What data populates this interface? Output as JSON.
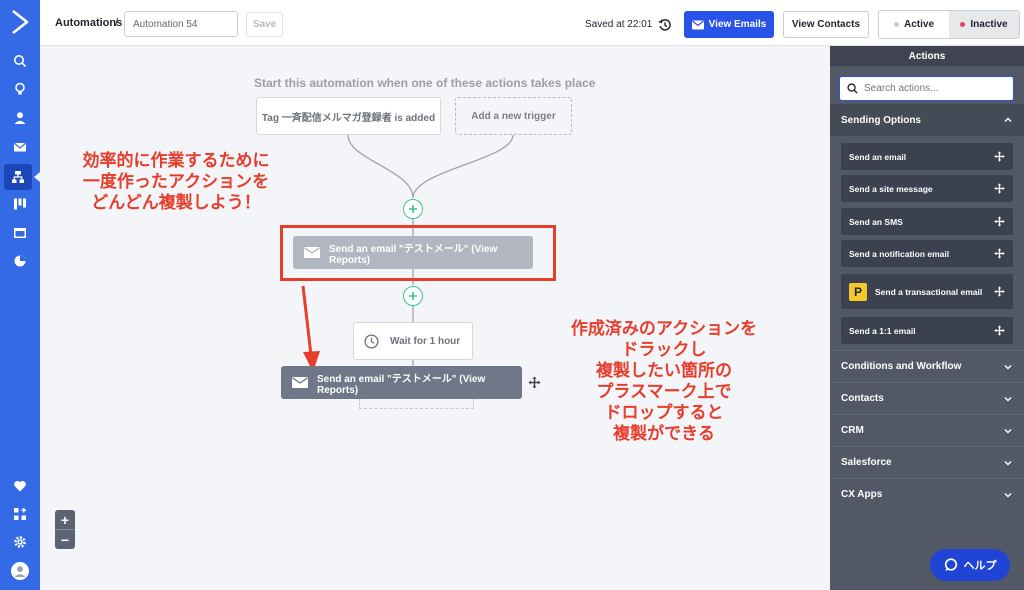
{
  "header": {
    "breadcrumb": "Automations",
    "breadcrumb_sep": "/",
    "automation_name": "Automation 54",
    "save_label": "Save",
    "saved_at": "Saved at 22:01",
    "view_emails_label": "View Emails",
    "view_contacts_label": "View Contacts",
    "status_active_label": "Active",
    "status_inactive_label": "Inactive",
    "status_selected": "Inactive"
  },
  "canvas": {
    "start_text": "Start this automation when one of these actions takes place",
    "trigger_label": "Tag 一斉配信メルマガ登録者 is added",
    "add_trigger_label": "Add a new trigger",
    "email_node_ghost_label": "Send an email \"テストメール\" (View Reports)",
    "wait_label": "Wait for 1 hour",
    "email_node_label": "Send an email \"テストメール\" (View Reports)",
    "zoom_in": "+",
    "zoom_out": "−"
  },
  "annotations": {
    "left_note": [
      "効率的に作業するために",
      "一度作ったアクションを",
      "どんどん複製しよう！"
    ],
    "right_note": [
      "作成済みのアクションを",
      "ドラックし",
      "複製したい箇所の",
      "プラスマーク上で",
      "ドロップすると",
      "複製ができる"
    ],
    "color": "#e63d2c"
  },
  "panel": {
    "title": "Actions",
    "search_placeholder": "Search actions...",
    "sections": [
      {
        "label": "Sending Options",
        "open": true
      },
      {
        "label": "Conditions and Workflow",
        "open": false
      },
      {
        "label": "Contacts",
        "open": false
      },
      {
        "label": "CRM",
        "open": false
      },
      {
        "label": "Salesforce",
        "open": false
      },
      {
        "label": "CX Apps",
        "open": false
      }
    ],
    "sending_actions": [
      {
        "label": "Send an email"
      },
      {
        "label": "Send a site message"
      },
      {
        "label": "Send an SMS"
      },
      {
        "label": "Send a notification email"
      },
      {
        "label": "Send a transactional email",
        "badge": "P"
      },
      {
        "label": "Send a 1:1 email"
      }
    ]
  },
  "help_label": "ヘルプ",
  "colors": {
    "nav_blue": "#356ae6",
    "primary_button": "#2953e8",
    "panel_bg": "#525866",
    "connector_green": "#3cc28c",
    "inactive_dot": "#e8405e",
    "active_dot": "#c9cdd6"
  }
}
